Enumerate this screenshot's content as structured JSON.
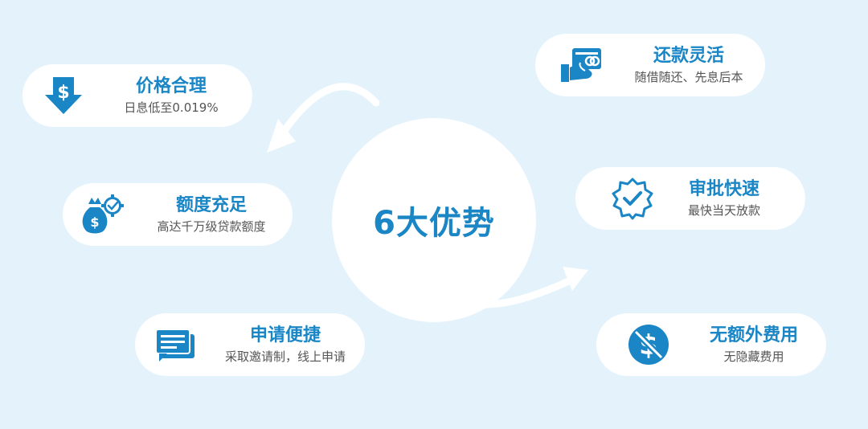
{
  "center": {
    "title": "6大优势"
  },
  "cards": {
    "price": {
      "title": "价格合理",
      "subtitle": "日息低至0.019%",
      "icon": "dollar-down-arrow-icon"
    },
    "repay": {
      "title": "还款灵活",
      "subtitle": "随借随还、先息后本",
      "icon": "hand-card-icon"
    },
    "quota": {
      "title": "额度充足",
      "subtitle": "高达千万级贷款额度",
      "icon": "money-bag-gear-icon"
    },
    "review": {
      "title": "审批快速",
      "subtitle": "最快当天放款",
      "icon": "check-badge-icon"
    },
    "apply": {
      "title": "申请便捷",
      "subtitle": "采取邀请制，线上申请",
      "icon": "chat-bubbles-icon"
    },
    "nofee": {
      "title": "无额外费用",
      "subtitle": "无隐藏费用",
      "icon": "no-dollar-icon"
    }
  },
  "colors": {
    "accent": "#1a86c6",
    "background": "#e4f3fb",
    "card": "#ffffff",
    "subtitle": "#555555"
  }
}
